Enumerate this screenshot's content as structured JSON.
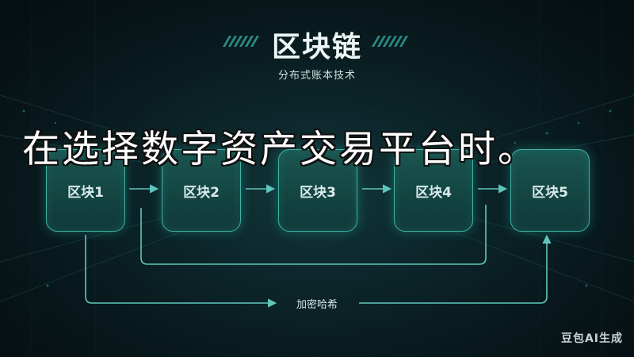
{
  "header": {
    "title": "区块链",
    "subtitle": "分布式账本技术"
  },
  "blocks": [
    {
      "label": "区块1"
    },
    {
      "label": "区块2"
    },
    {
      "label": "区块3"
    },
    {
      "label": "区块4"
    },
    {
      "label": "区块5"
    }
  ],
  "links": {
    "hash_label": "加密哈希"
  },
  "overlay": {
    "text": "在选择数字资产交易平台时。"
  },
  "watermark": {
    "text": "豆包AI生成"
  },
  "colors": {
    "accent": "#3fb3a6",
    "background": "#0b2327",
    "block_fill": "#134440",
    "line": "#5fc7bb"
  },
  "icons": {
    "arrow": "arrow-right-icon"
  }
}
